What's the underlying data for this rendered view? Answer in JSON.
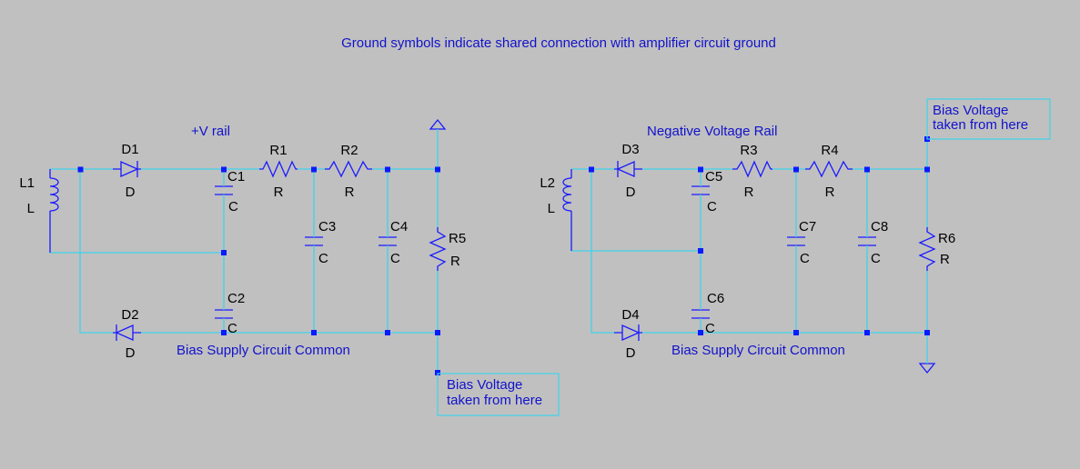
{
  "title": "Ground symbols indicate shared connection with amplifier circuit ground",
  "colors": {
    "background": "#c0c0c0",
    "wire": "#3fd3ea",
    "component": "#1a1aff",
    "node": "#0a1aff",
    "label_text": "#1212cc",
    "designator_text": "#000000"
  },
  "left_circuit": {
    "rail_label": "+V rail",
    "common_label": "Bias Supply Circuit Common",
    "note": [
      "Bias Voltage",
      "taken from here"
    ],
    "symbols": [
      "ground-triangle-up-icon"
    ],
    "components": {
      "l1": {
        "ref": "L1",
        "value": "L"
      },
      "d1": {
        "ref": "D1",
        "value": "D"
      },
      "d2": {
        "ref": "D2",
        "value": "D"
      },
      "c1": {
        "ref": "C1",
        "value": "C"
      },
      "c2": {
        "ref": "C2",
        "value": "C"
      },
      "c3": {
        "ref": "C3",
        "value": "C"
      },
      "c4": {
        "ref": "C4",
        "value": "C"
      },
      "r1": {
        "ref": "R1",
        "value": "R"
      },
      "r2": {
        "ref": "R2",
        "value": "R"
      },
      "r5": {
        "ref": "R5",
        "value": "R"
      }
    }
  },
  "right_circuit": {
    "rail_label": "Negative Voltage Rail",
    "common_label": "Bias Supply Circuit Common",
    "note": [
      "Bias Voltage",
      "taken from here"
    ],
    "symbols": [
      "ground-triangle-down-icon"
    ],
    "components": {
      "l2": {
        "ref": "L2",
        "value": "L"
      },
      "d3": {
        "ref": "D3",
        "value": "D"
      },
      "d4": {
        "ref": "D4",
        "value": "D"
      },
      "c5": {
        "ref": "C5",
        "value": "C"
      },
      "c6": {
        "ref": "C6",
        "value": "C"
      },
      "c7": {
        "ref": "C7",
        "value": "C"
      },
      "c8": {
        "ref": "C8",
        "value": "C"
      },
      "r3": {
        "ref": "R3",
        "value": "R"
      },
      "r4": {
        "ref": "R4",
        "value": "R"
      },
      "r6": {
        "ref": "R6",
        "value": "R"
      }
    }
  }
}
